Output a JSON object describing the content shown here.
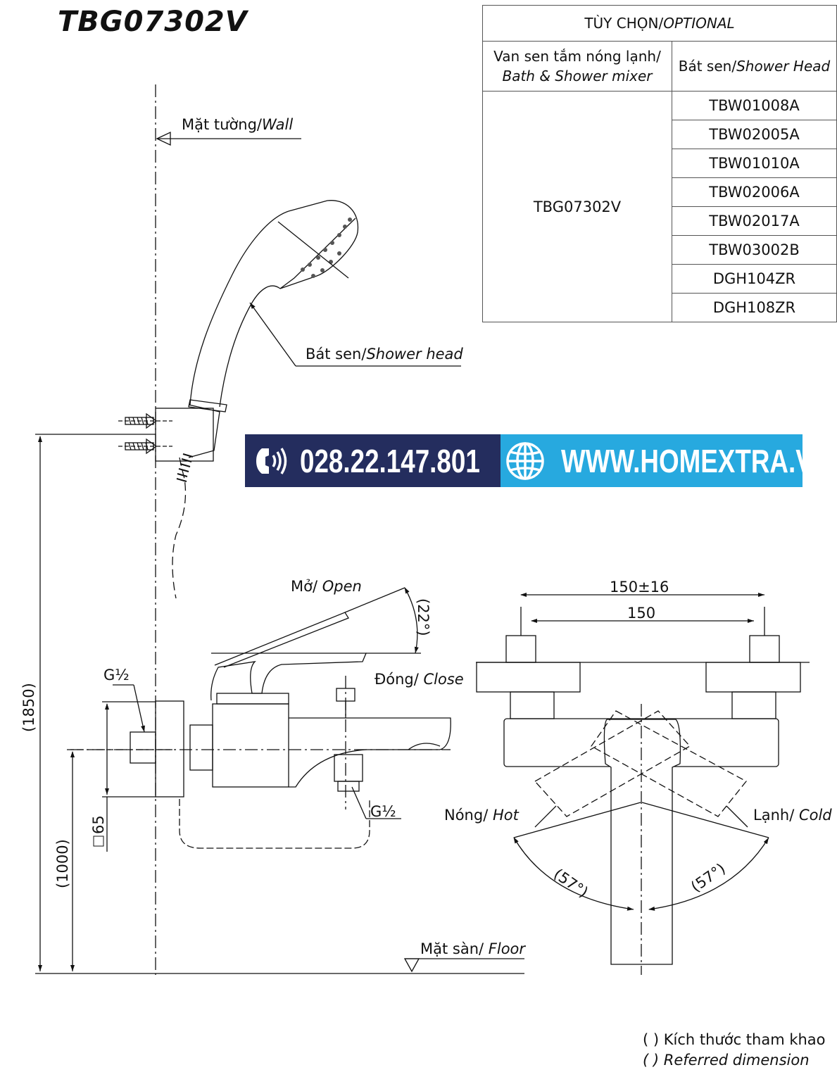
{
  "title": "TBG07302V",
  "optional_table": {
    "header_vi": "TÙY CHỌN/",
    "header_en": "OPTIONAL",
    "col1_vi": "Van sen tắm nóng lạnh/",
    "col1_en": "Bath & Shower mixer",
    "col2_vi": "Bát sen/",
    "col2_en": "Shower Head",
    "mixer_model": "TBG07302V",
    "shower_heads": [
      "TBW01008A",
      "TBW02005A",
      "TBW01010A",
      "TBW02006A",
      "TBW02017A",
      "TBW03002B",
      "DGH104ZR",
      "DGH108ZR"
    ]
  },
  "banner": {
    "phone": "028.22.147.801",
    "website": "WWW.HOMEXTRA.VN",
    "phone_icon": "phone-sound-icon",
    "web_icon": "globe-icon",
    "colors": {
      "left": "#242d5e",
      "right": "#27a9df"
    }
  },
  "labels": {
    "wall_vi": "Mặt tường/",
    "wall_en": "Wall",
    "shower_head_vi": "Bát sen/",
    "shower_head_en": "Shower head",
    "open_vi": "Mở/ ",
    "open_en": "Open",
    "close_vi": "Đóng/ ",
    "close_en": "Close",
    "floor_vi": "Mặt sàn/ ",
    "floor_en": "Floor",
    "hot_vi": "Nóng/ ",
    "hot_en": "Hot",
    "cold_vi": "Lạnh/ ",
    "cold_en": "Cold",
    "thread_top": "G½",
    "thread_outlet": "G½"
  },
  "dimensions": {
    "angle_open": "(22°)",
    "height_total": "(1850)",
    "height_mixer": "(1000)",
    "wall_plate": "65",
    "spacing_range": "150±16",
    "spacing": "150",
    "angle_hot": "(57°)",
    "angle_cold": "(57°)"
  },
  "notes": {
    "vi": "( ) Kích thước tham khao",
    "en": "( ) Referred dimension"
  }
}
